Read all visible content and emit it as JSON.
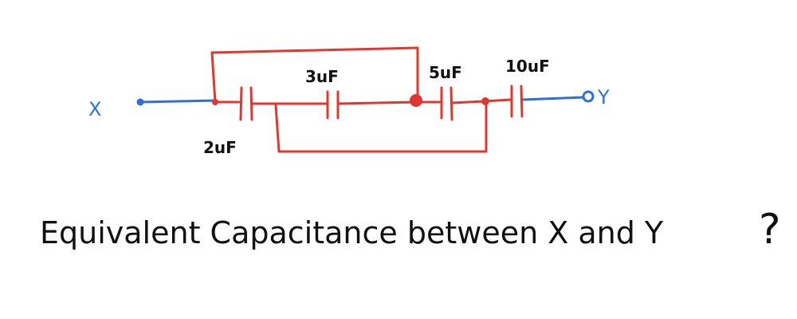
{
  "terminals": {
    "left": "X",
    "right": "Y"
  },
  "capacitors": {
    "c_left": "2uF",
    "c_top": "3uF",
    "c_mid": "5uF",
    "c_right": "10uF"
  },
  "question": {
    "line": "Equivalent Capacitance between X and Y",
    "mark": "?"
  },
  "colors": {
    "wire": "#e0382e",
    "lead": "#2f6fdc",
    "text": "#111111"
  }
}
